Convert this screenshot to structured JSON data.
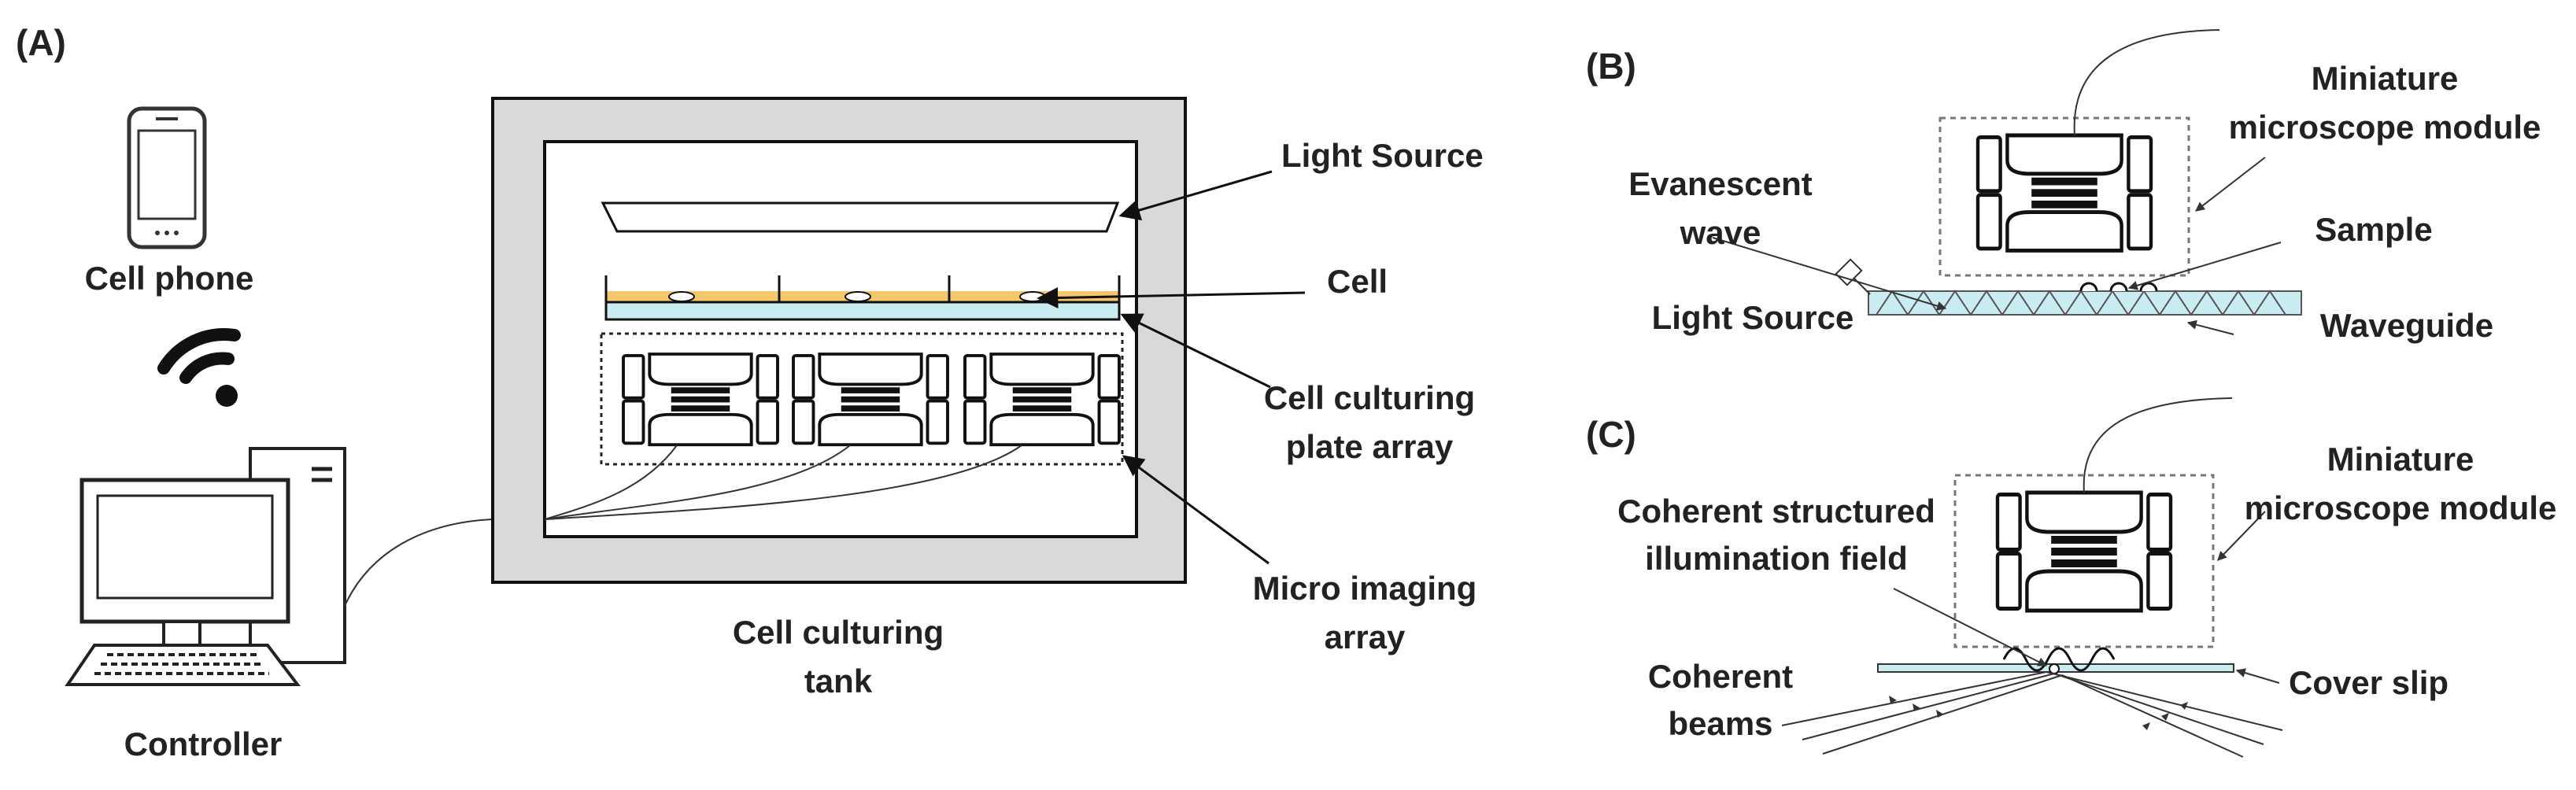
{
  "panels": {
    "a": "(A)",
    "b": "(B)",
    "c": "(C)"
  },
  "panel_a": {
    "cell_phone": "Cell phone",
    "controller": "Controller",
    "tank": [
      "Cell culturing",
      "tank"
    ],
    "light_source": "Light Source",
    "cell": "Cell",
    "plate_array": [
      "Cell culturing",
      "plate array"
    ],
    "imaging_array": [
      "Micro imaging",
      "array"
    ]
  },
  "panel_b": {
    "evanescent": [
      "Evanescent",
      "wave"
    ],
    "module": [
      "Miniature",
      "microscope module"
    ],
    "sample": "Sample",
    "light_source": "Light Source",
    "waveguide": "Waveguide"
  },
  "panel_c": {
    "field": [
      "Coherent structured",
      "illumination field"
    ],
    "module": [
      "Miniature",
      "microscope module"
    ],
    "beams": [
      "Coherent",
      "beams"
    ],
    "cover_slip": "Cover slip"
  },
  "colors": {
    "tank_frame": "#d9d9d9",
    "culture_medium": "#f5c76a",
    "plate_glass": "#c9ebf2",
    "waveguide": "#c9ebf2",
    "line": "#222222"
  },
  "icons": [
    "phone-icon",
    "wifi-icon",
    "desktop-computer-icon",
    "microscope-module-icon",
    "light-emitter-icon"
  ]
}
